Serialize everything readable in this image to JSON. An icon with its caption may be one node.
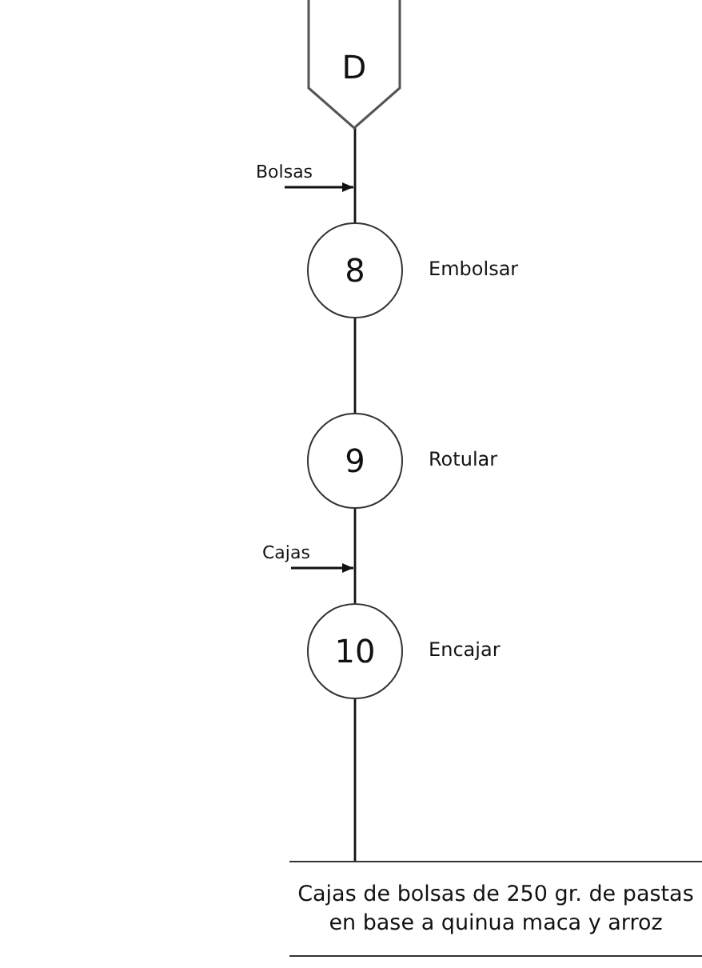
{
  "diagram": {
    "nodes": [
      {
        "text": [
          "D"
        ]
      },
      {
        "text": [
          "8"
        ],
        "beside": [
          "Embolsar"
        ]
      },
      {
        "text": [
          "9"
        ],
        "beside": [
          "Rotular"
        ]
      },
      {
        "text": [
          "10"
        ],
        "beside": [
          "Encajar"
        ]
      },
      {
        "text": [
          "Cajas de bolsas de 250 gr. de pastas en base a quinua maca y arroz"
        ]
      },
      {
        "text": [
          "Bolsas"
        ]
      },
      {
        "text": [
          "Cajas"
        ]
      }
    ],
    "edges": [
      {
        "from": 0,
        "to": 1,
        "arrow": "none"
      },
      {
        "from": 1,
        "to": 2,
        "arrow": "none"
      },
      {
        "from": 2,
        "to": 3,
        "arrow": "none"
      },
      {
        "from": 3,
        "to": 4,
        "arrow": "none"
      },
      {
        "from": 5,
        "to": null,
        "arrow": "to"
      },
      {
        "from": 6,
        "to": null,
        "arrow": "to"
      }
    ]
  }
}
